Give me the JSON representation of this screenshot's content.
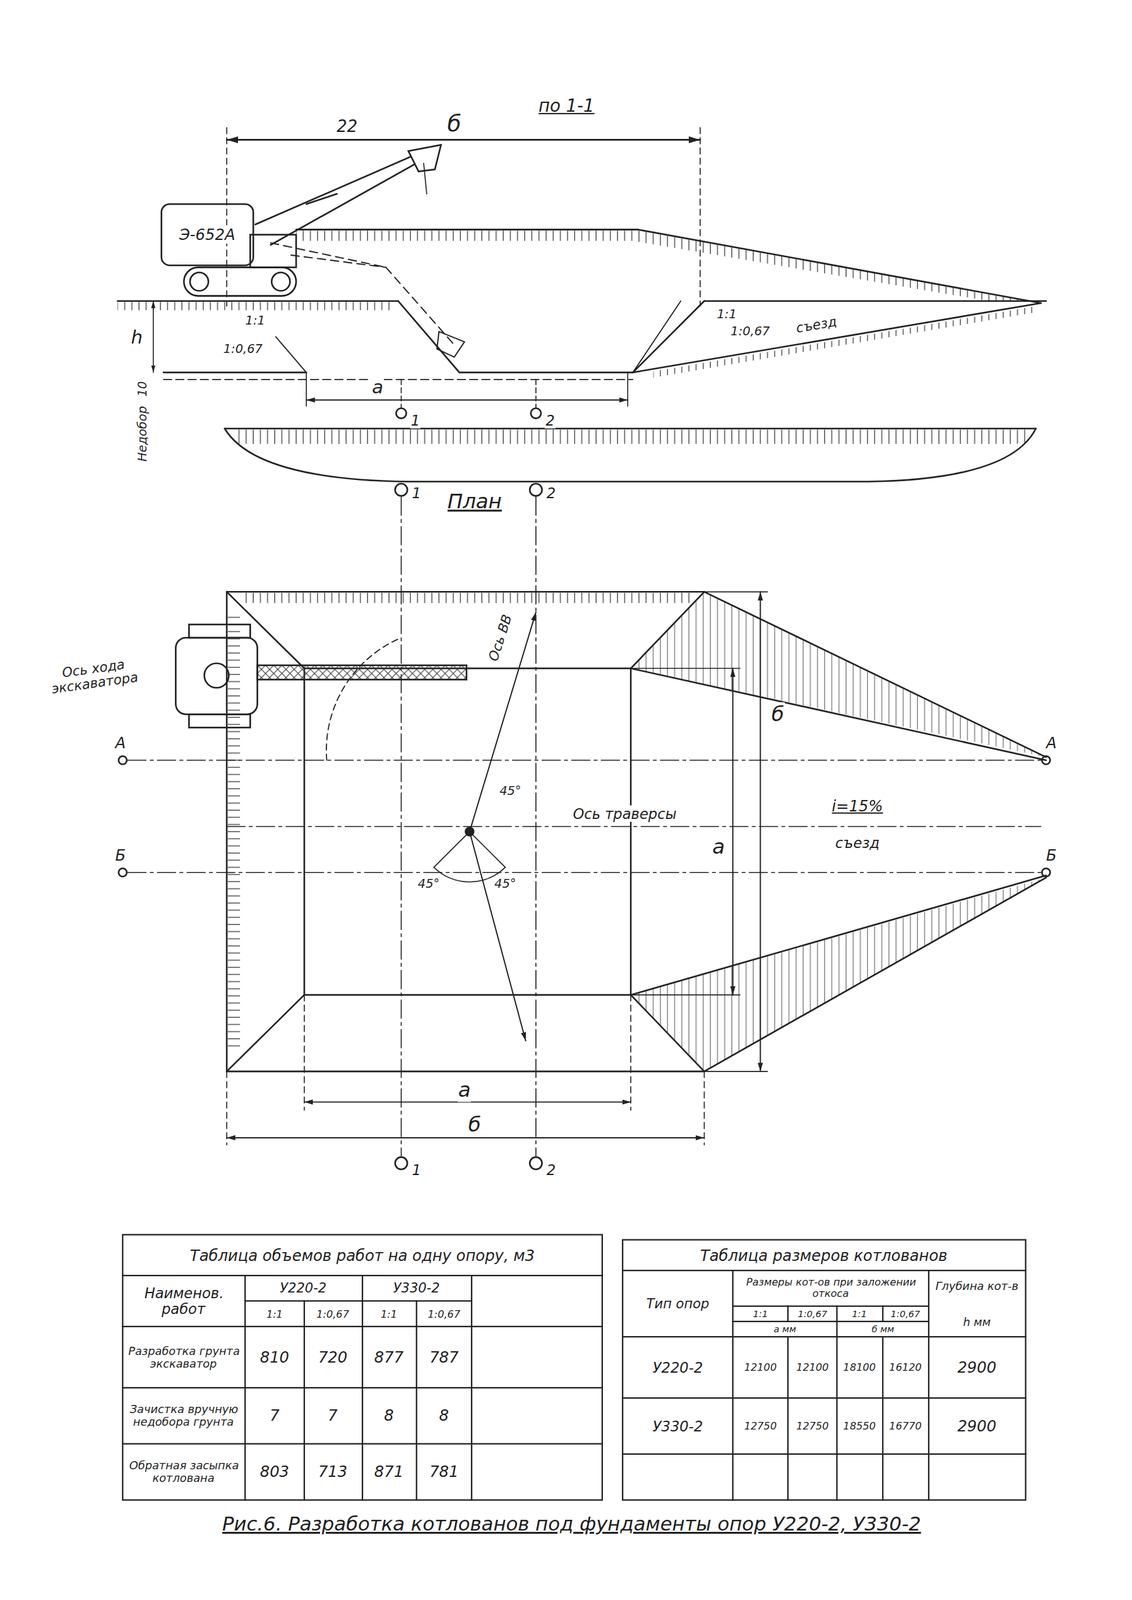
{
  "diagram": {
    "caption": "Рис.6. Разработка котлованов под фундаменты опор У220-2, У330-2",
    "labels": [
      "22",
      "б",
      "по 1-1",
      "Э-652А",
      "h",
      "1:1",
      "1:0,67",
      "1:1",
      "1:0,67",
      "съезд",
      "10",
      "Недобор",
      "а",
      "1",
      "2",
      "1",
      "План",
      "2",
      "Ось хода экскаватора",
      "Ось ВВ",
      "А",
      "А",
      "Ось траверсы",
      "i=15%",
      "съезд",
      "Б",
      "Б",
      "45°",
      "45°",
      "45°",
      "б",
      "а",
      "а",
      "б",
      "1",
      "2",
      "Таблица объемов работ на одну опору, м3",
      "Наименов. работ",
      "У220-2",
      "У330-2",
      "1:1",
      "1:0,67",
      "1:1",
      "1:0,67",
      "Разработка грунта экскаватор",
      "810",
      "720",
      "877",
      "787",
      "Зачистка вручную недобора грунта",
      "7",
      "7",
      "8",
      "8",
      "Обратная засыпка котлована",
      "803",
      "713",
      "871",
      "781",
      "Таблица размеров котлованов",
      "Тип опор",
      "Размеры кот-ов при заложении откоса",
      "Глубина кот-в",
      "1:1",
      "1:0,67",
      "1:1",
      "1:0,67",
      "а мм",
      "б мм",
      "h мм",
      "У220-2",
      "12100",
      "12100",
      "18100",
      "16120",
      "2900",
      "У330-2",
      "12750",
      "12750",
      "18550",
      "16770",
      "2900"
    ]
  }
}
